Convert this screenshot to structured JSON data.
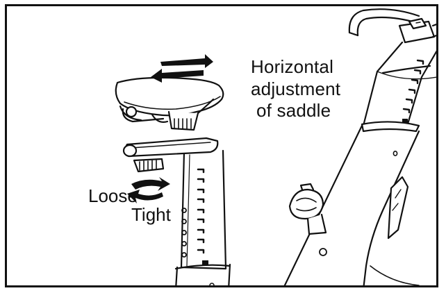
{
  "labels": {
    "caption_line1": "Horizontal",
    "caption_line2": "adjustment",
    "caption_line3": "of saddle",
    "loose": "Loose",
    "tight": "Tight"
  },
  "colors": {
    "ink": "#111111",
    "background": "#ffffff"
  },
  "icons": [
    "double-horizontal-arrow-icon",
    "curved-rotation-arrows-icon"
  ]
}
